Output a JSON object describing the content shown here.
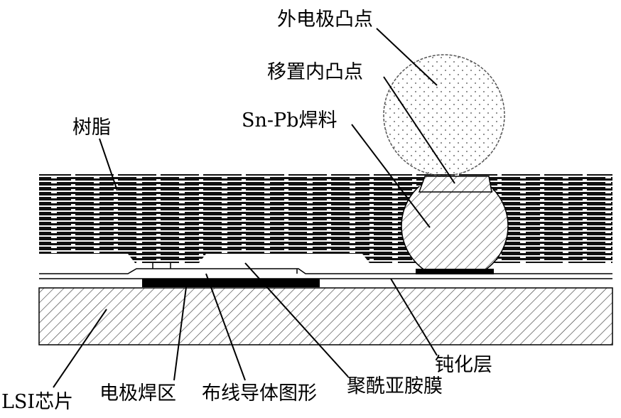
{
  "labels": {
    "outer_bump": "外电极凸点",
    "inner_bump": "移置内凸点",
    "solder": "Sn-Pb焊料",
    "resin": "树脂",
    "passivation": "钝化层",
    "chip": "LSI芯片",
    "pad": "电极焊区",
    "wiring": "布线导体图形",
    "polyimide": "聚酰亚胺膜"
  }
}
